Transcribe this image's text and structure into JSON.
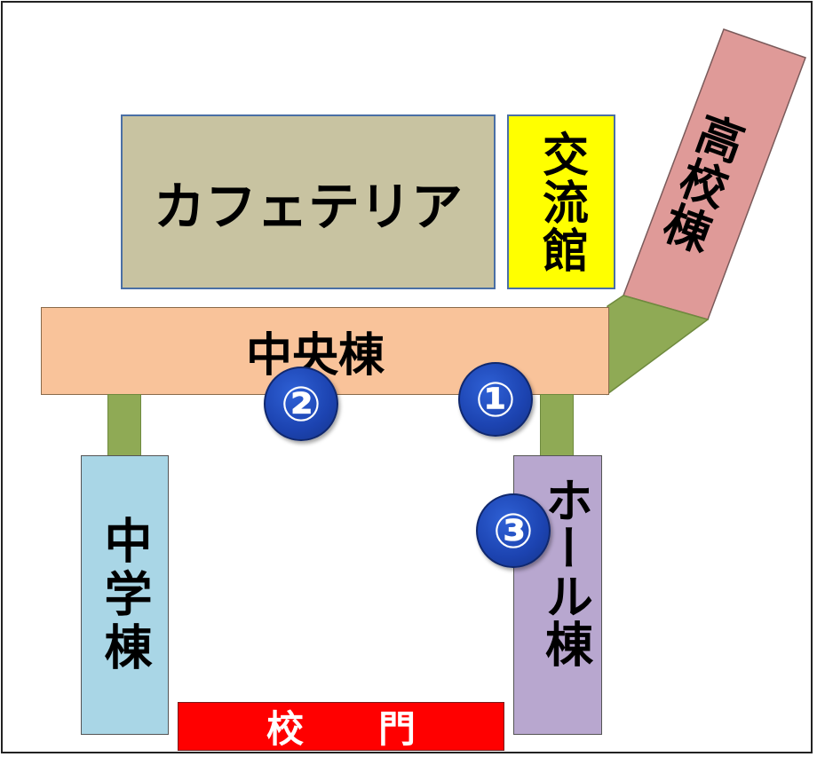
{
  "buildings": {
    "cafeteria": "カフェテリア",
    "exchange_hall": "交流館",
    "high_school": "高校棟",
    "central": "中央棟",
    "junior_high": "中学棟",
    "hall": "ホール棟",
    "school_gate": "校　　門"
  },
  "markers": {
    "m1": "①",
    "m2": "②",
    "m3": "③"
  },
  "colors": {
    "cafeteria": "#c8c3a1",
    "exchange_hall": "#ffff00",
    "high_school": "#df9a98",
    "central": "#f9c39a",
    "junior_high": "#a9d6e6",
    "hall": "#b8a7cf",
    "school_gate": "#ff0000",
    "connector": "#8faa55",
    "marker": "#1c43b0"
  }
}
